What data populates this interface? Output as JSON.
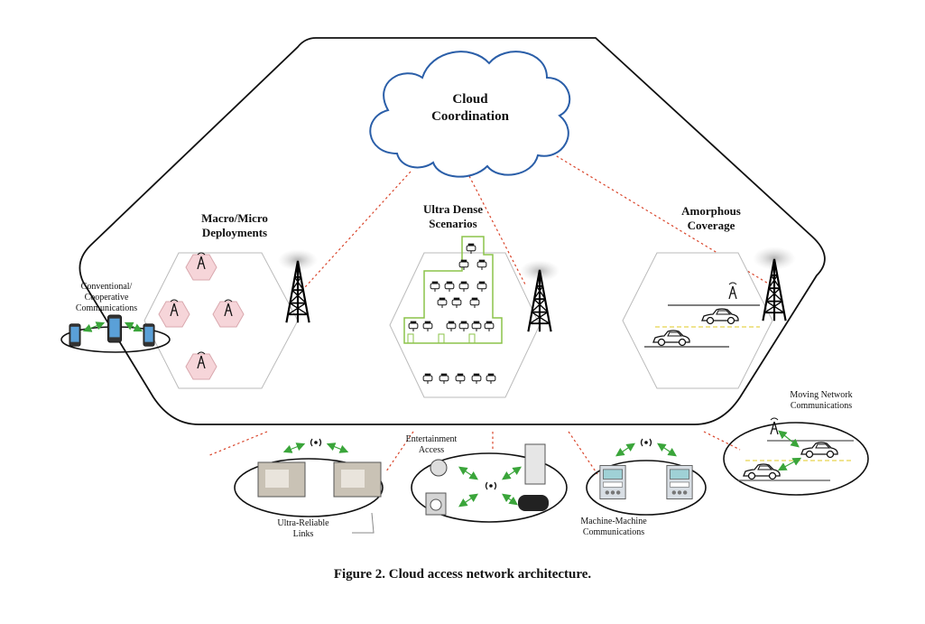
{
  "cloud": {
    "title_line1": "Cloud",
    "title_line2": "Coordination"
  },
  "zones": {
    "macro": {
      "line1": "Macro/Micro",
      "line2": "Deployments"
    },
    "ultra": {
      "line1": "Ultra Dense",
      "line2": "Scenarios"
    },
    "amorphous": {
      "line1": "Amorphous",
      "line2": "Coverage"
    }
  },
  "groups": {
    "conventional": {
      "line1": "Conventional/",
      "line2": "Cooperative",
      "line3": "Communications"
    },
    "ultra_reliable": {
      "line1": "Ultra-Reliable",
      "line2": "Links"
    },
    "entertainment": {
      "line1": "Entertainment",
      "line2": "Access"
    },
    "machine": {
      "line1": "Machine-Machine",
      "line2": "Communications"
    },
    "moving": {
      "line1": "Moving Network",
      "line2": "Communications"
    }
  },
  "caption": "Figure 2. Cloud access network architecture.",
  "colors": {
    "dotted_link": "#d9452b",
    "arrow": "#3aa53a",
    "building": "#8bc34a",
    "hex_cell": "#f6d5d9",
    "lane": "#e8d44d"
  }
}
